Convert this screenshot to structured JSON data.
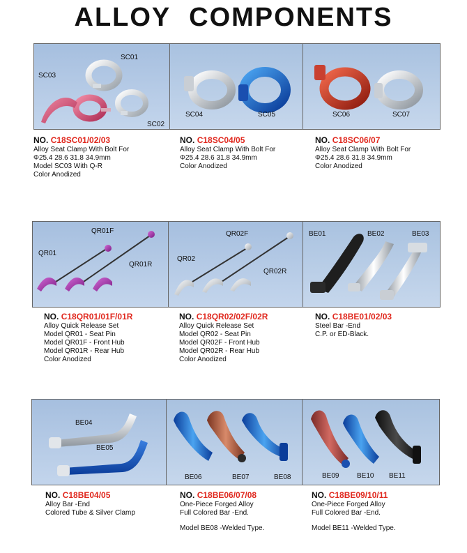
{
  "page_title": "ALLOY COMPONENTS",
  "items": [
    {
      "prefix": "NO.",
      "code": "C18SC01/02/03",
      "labels": [
        "SC01",
        "SC03",
        "SC02"
      ],
      "lines": [
        "Alloy Seat Clamp With Bolt For",
        "Φ25.4  28.6  31.8  34.9mm",
        "Model SC03 With Q-R",
        "Color Anodized"
      ]
    },
    {
      "prefix": "NO.",
      "code": "C18SC04/05",
      "labels": [
        "SC04",
        "SC05"
      ],
      "lines": [
        "Alloy Seat Clamp With Bolt For",
        "Φ25.4  28.6  31.8  34.9mm",
        "Color Anodized"
      ]
    },
    {
      "prefix": "NO.",
      "code": "C18SC06/07",
      "labels": [
        "SC06",
        "SC07"
      ],
      "lines": [
        "Alloy Seat Clamp With Bolt For",
        "Φ25.4  28.6  31.8  34.9mm",
        "Color Anodized"
      ]
    },
    {
      "prefix": "NO.",
      "code": "C18QR01/01F/01R",
      "labels": [
        "QR01F",
        "QR01",
        "QR01R"
      ],
      "lines": [
        "Alloy Quick Release Set",
        "Model QR01 - Seat Pin",
        "Model QR01F - Front Hub",
        "Model QR01R - Rear Hub",
        "Color Anodized"
      ]
    },
    {
      "prefix": "NO.",
      "code": "C18QR02/02F/02R",
      "labels": [
        "QR02F",
        "QR02",
        "QR02R"
      ],
      "lines": [
        "Alloy Quick Release Set",
        "Model QR02 - Seat Pin",
        "Model QR02F - Front Hub",
        "Model QR02R - Rear Hub",
        "Color Anodized"
      ]
    },
    {
      "prefix": "NO.",
      "code": "C18BE01/02/03",
      "labels": [
        "BE01",
        "BE02",
        "BE03"
      ],
      "lines": [
        "Steel Bar -End",
        "C.P. or ED-Black."
      ]
    },
    {
      "prefix": "NO.",
      "code": "C18BE04/05",
      "labels": [
        "BE04",
        "BE05"
      ],
      "lines": [
        "Alloy Bar -End",
        "Colored Tube & Silver Clamp"
      ]
    },
    {
      "prefix": "NO.",
      "code": "C18BE06/07/08",
      "labels": [
        "BE06",
        "BE07",
        "BE08"
      ],
      "lines": [
        "One-Piece Forged Alloy",
        "Full Colored Bar -End."
      ],
      "note": "Model BE08 -Welded Type."
    },
    {
      "prefix": "NO.",
      "code": "C18BE09/10/11",
      "labels": [
        "BE09",
        "BE10",
        "BE11"
      ],
      "lines": [
        "One-Piece Forged Alloy",
        "Full Colored Bar -End."
      ],
      "note": "Model BE11 -Welded Type."
    }
  ],
  "colors": {
    "code_red": "#e0281e",
    "photo_bg": "#a9c2e0"
  }
}
